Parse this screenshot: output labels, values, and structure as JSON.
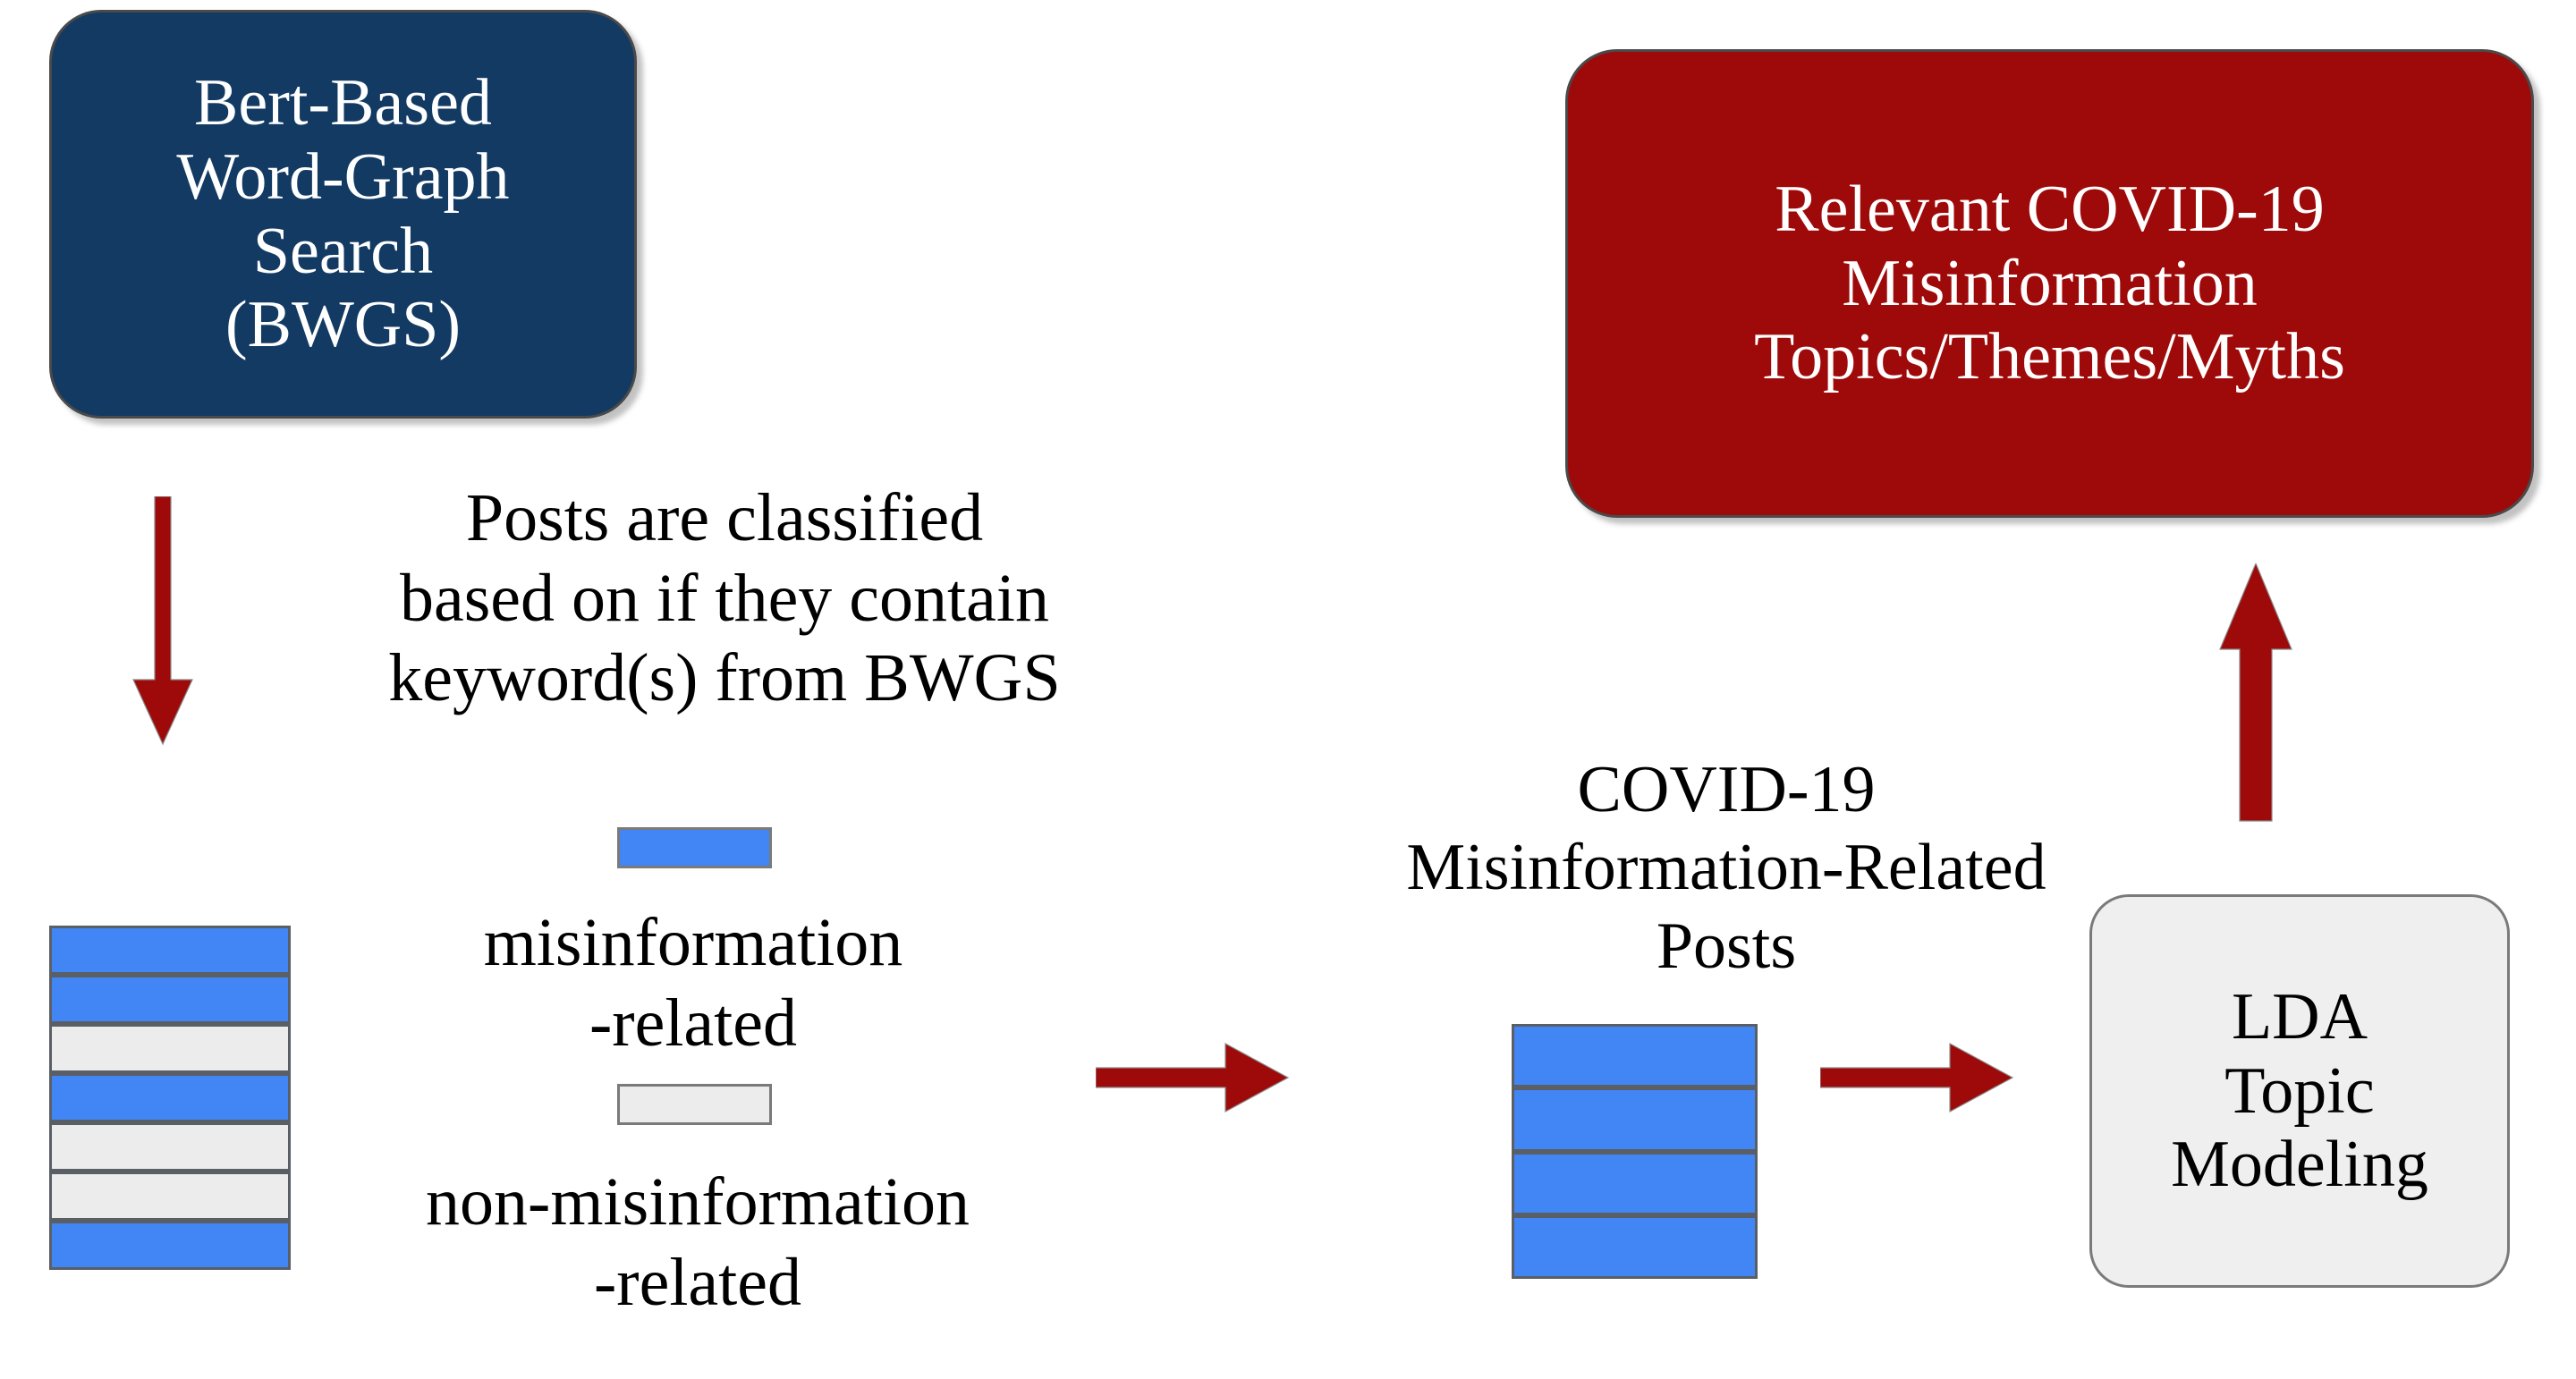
{
  "diagram": {
    "title_flow": "COVID-19 misinformation detection and topic modeling pipeline",
    "colors": {
      "navy": "#123A63",
      "red": "#9E0A0A",
      "blue_post": "#4285F4",
      "grey_post": "#ECECEC",
      "grey_box": "#EFEFEF",
      "arrow_red": "#9E0A0A",
      "outline": "#5a5f66",
      "text_dark": "#000000",
      "text_light": "#FFFFFF"
    }
  },
  "boxes": {
    "bwgs": {
      "label": "Bert-Based\nWord-Graph\nSearch\n(BWGS)",
      "fill": "#123A63"
    },
    "topics": {
      "label": "Relevant COVID-19\nMisinformation\nTopics/Themes/Myths",
      "fill": "#9E0A0A"
    },
    "lda": {
      "label": "LDA\nTopic\nModeling",
      "fill": "#EFEFEF"
    }
  },
  "captions": {
    "classify": "Posts are classified\nbased on if they contain\nkeyword(s) from BWGS",
    "misinfo_posts": "COVID-19\nMisinformation-Related\nPosts"
  },
  "legend": {
    "items": [
      {
        "label": "misinformation\n-related",
        "color": "#4285F4",
        "swatch_name": "misinformation-swatch"
      },
      {
        "label": "non-misinformation\n-related",
        "color": "#ECECEC",
        "swatch_name": "non-misinformation-swatch"
      }
    ]
  },
  "stacks": {
    "all_posts": {
      "name": "all-posts-stack",
      "rows": [
        "mis",
        "mis",
        "non",
        "mis",
        "non",
        "non",
        "mis"
      ]
    },
    "misinfo_posts": {
      "name": "misinformation-posts-stack",
      "rows": [
        "mis",
        "mis",
        "mis",
        "mis"
      ]
    }
  },
  "arrows": [
    {
      "name": "arrow-bwgs-to-posts",
      "direction": "down",
      "color": "#9E0A0A"
    },
    {
      "name": "arrow-posts-to-misinfo-posts",
      "direction": "right",
      "color": "#9E0A0A"
    },
    {
      "name": "arrow-misinfo-posts-to-lda",
      "direction": "right",
      "color": "#9E0A0A"
    },
    {
      "name": "arrow-lda-to-topics",
      "direction": "up",
      "color": "#9E0A0A"
    }
  ]
}
